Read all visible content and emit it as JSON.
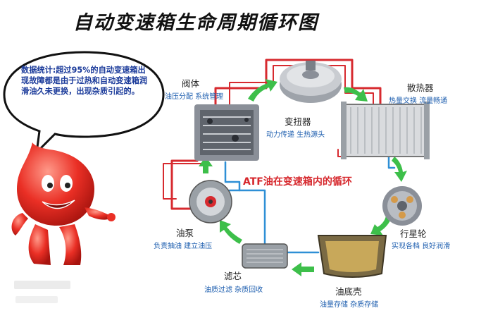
{
  "title": "自动变速箱生命周期循环图",
  "bubble_text": "数据统计:超过95%的自动变速箱出现故障都是由于过热和自动变速箱润滑油久未更换，出现杂质引起的。",
  "center_label": "ATF油在变速箱内的循环",
  "components": [
    {
      "id": "valve",
      "name": "阀体",
      "desc": "油压分配 系统管理"
    },
    {
      "id": "converter",
      "name": "变扭器",
      "desc": "动力传递 生热源头"
    },
    {
      "id": "radiator",
      "name": "散热器",
      "desc": "热量交换 流量畅通"
    },
    {
      "id": "planetary",
      "name": "行星轮",
      "desc": "实现各档 良好润滑"
    },
    {
      "id": "oilpan",
      "name": "油底壳",
      "desc": "油量存储 杂质存储"
    },
    {
      "id": "filter",
      "name": "滤芯",
      "desc": "油质过滤 杂质回收"
    },
    {
      "id": "pump",
      "name": "油泵",
      "desc": "负责抽油 建立油压"
    }
  ],
  "colors": {
    "hot_line": "#d72a2f",
    "cool_line": "#2e8fd6",
    "arrow": "#3dbf4a",
    "label_blue": "#2060b0",
    "mascot": "#e8312a"
  }
}
